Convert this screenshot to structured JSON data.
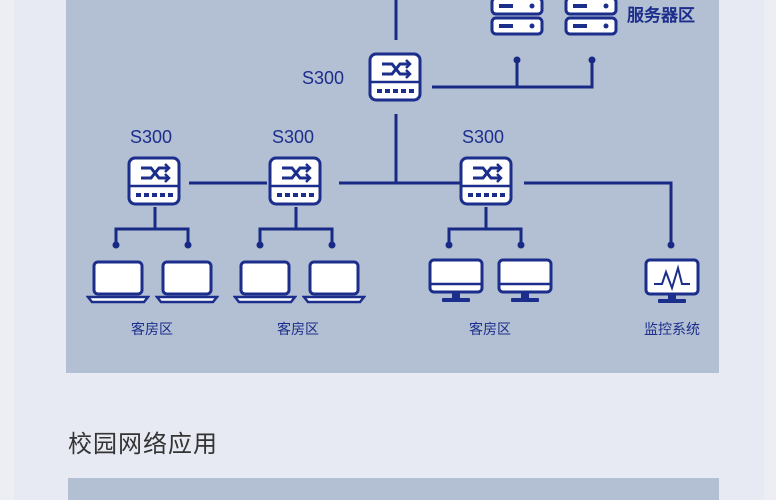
{
  "diagram": {
    "switch_label": "S300",
    "server_zone_label": "服务器区",
    "guest_room_label": "客房区",
    "monitoring_label": "监控系统",
    "colors": {
      "line": "#182a86",
      "device_fill": "#ffffff",
      "device_stroke": "#1c2e8c",
      "panel": "#b3bfd3"
    }
  },
  "section": {
    "title": "校园网络应用"
  }
}
